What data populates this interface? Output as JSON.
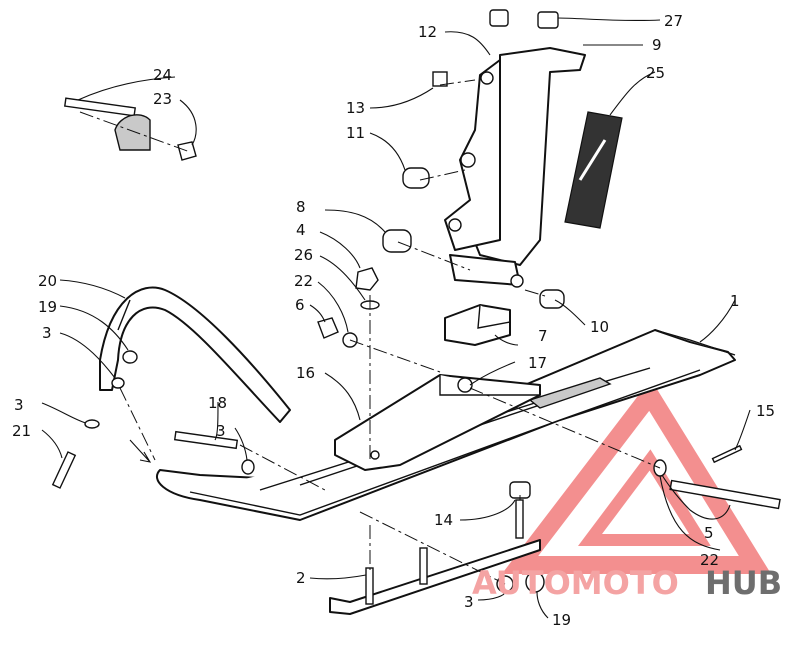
{
  "callouts": {
    "c1": "1",
    "c2": "2",
    "c3a": "3",
    "c3b": "3",
    "c3c": "3",
    "c3d": "3",
    "c4": "4",
    "c5": "5",
    "c6": "6",
    "c7": "7",
    "c8": "8",
    "c9": "9",
    "c10": "10",
    "c11": "11",
    "c12": "12",
    "c13": "13",
    "c14": "14",
    "c15": "15",
    "c16": "16",
    "c17": "17",
    "c18": "18",
    "c19a": "19",
    "c19b": "19",
    "c20": "20",
    "c21": "21",
    "c22a": "22",
    "c22b": "22",
    "c23": "23",
    "c24": "24",
    "c25": "25",
    "c26": "26",
    "c27": "27"
  },
  "watermark": {
    "auto": "AUTOMOTO",
    "hub": "HUB",
    "color_red": "#f06a6a",
    "color_grey": "#6e6e6e"
  }
}
